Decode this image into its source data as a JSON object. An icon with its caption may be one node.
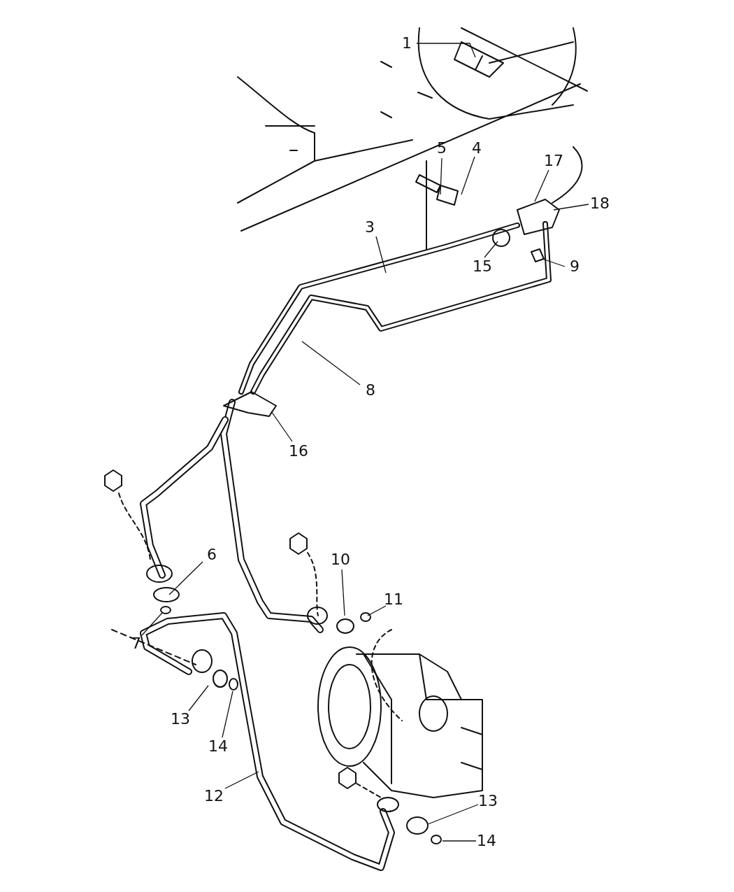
{
  "diagram": {
    "nodes": [
      {
        "text": [
          "1"
        ]
      },
      {
        "text": [
          "5"
        ]
      },
      {
        "text": [
          "4"
        ]
      },
      {
        "text": [
          "17"
        ]
      },
      {
        "text": [
          "18"
        ]
      },
      {
        "text": [
          "3"
        ]
      },
      {
        "text": [
          "15"
        ]
      },
      {
        "text": [
          "9"
        ]
      },
      {
        "text": [
          "8"
        ]
      },
      {
        "text": [
          "16"
        ]
      },
      {
        "text": [
          "6"
        ]
      },
      {
        "text": [
          "10"
        ]
      },
      {
        "text": [
          "11"
        ]
      },
      {
        "text": [
          "7"
        ]
      },
      {
        "text": [
          "13"
        ]
      },
      {
        "text": [
          "14"
        ]
      },
      {
        "text": [
          "12"
        ]
      },
      {
        "text": [
          "13"
        ]
      },
      {
        "text": [
          "14"
        ]
      }
    ],
    "edges": [
      {
        "from": 0,
        "to": null,
        "arrow": "none"
      },
      {
        "from": 1,
        "to": null,
        "arrow": "none"
      },
      {
        "from": 2,
        "to": null,
        "arrow": "none"
      },
      {
        "from": 3,
        "to": null,
        "arrow": "none"
      },
      {
        "from": 4,
        "to": null,
        "arrow": "none"
      },
      {
        "from": 5,
        "to": null,
        "arrow": "none"
      },
      {
        "from": 6,
        "to": null,
        "arrow": "none"
      },
      {
        "from": 7,
        "to": null,
        "arrow": "none"
      },
      {
        "from": 8,
        "to": null,
        "arrow": "none"
      },
      {
        "from": 9,
        "to": null,
        "arrow": "none"
      },
      {
        "from": 10,
        "to": null,
        "arrow": "none"
      },
      {
        "from": 11,
        "to": null,
        "arrow": "none"
      },
      {
        "from": 12,
        "to": null,
        "arrow": "none"
      },
      {
        "from": 13,
        "to": null,
        "arrow": "none"
      },
      {
        "from": 14,
        "to": null,
        "arrow": "none"
      },
      {
        "from": 15,
        "to": null,
        "arrow": "none"
      },
      {
        "from": 16,
        "to": null,
        "arrow": "none"
      },
      {
        "from": 17,
        "to": null,
        "arrow": "none"
      },
      {
        "from": 18,
        "to": null,
        "arrow": "none"
      }
    ]
  }
}
